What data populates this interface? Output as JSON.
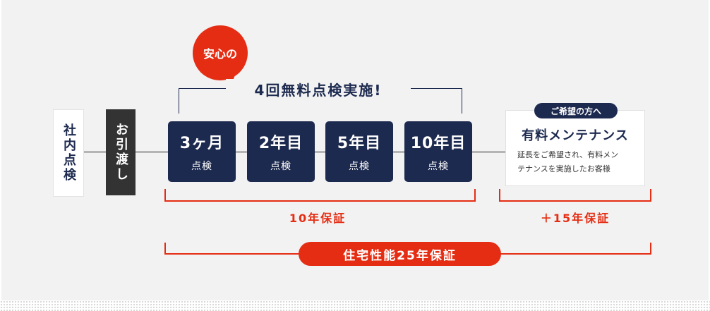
{
  "steps": {
    "inspection": "社内点検",
    "handover": "お引渡し"
  },
  "bubble": {
    "label": "安心の"
  },
  "headline": "4回無料点検実施!",
  "checks": [
    {
      "period": "3ヶ月",
      "label": "点検"
    },
    {
      "period": "2年目",
      "label": "点検"
    },
    {
      "period": "5年目",
      "label": "点検"
    },
    {
      "period": "10年目",
      "label": "点検"
    }
  ],
  "paid": {
    "tag": "ご希望の方へ",
    "title": "有料メンテナンス",
    "desc_line1": "延長をご希望され、有料メン",
    "desc_line2": "テナンスを実施したお客様"
  },
  "warranty": {
    "ten_year": "10年保証",
    "plus_fifteen": "＋15年保証",
    "total": "住宅性能25年保証"
  },
  "colors": {
    "navy": "#1d2a4f",
    "red": "#e52d13",
    "dark_box": "#333333",
    "background": "#f2f2f2"
  }
}
